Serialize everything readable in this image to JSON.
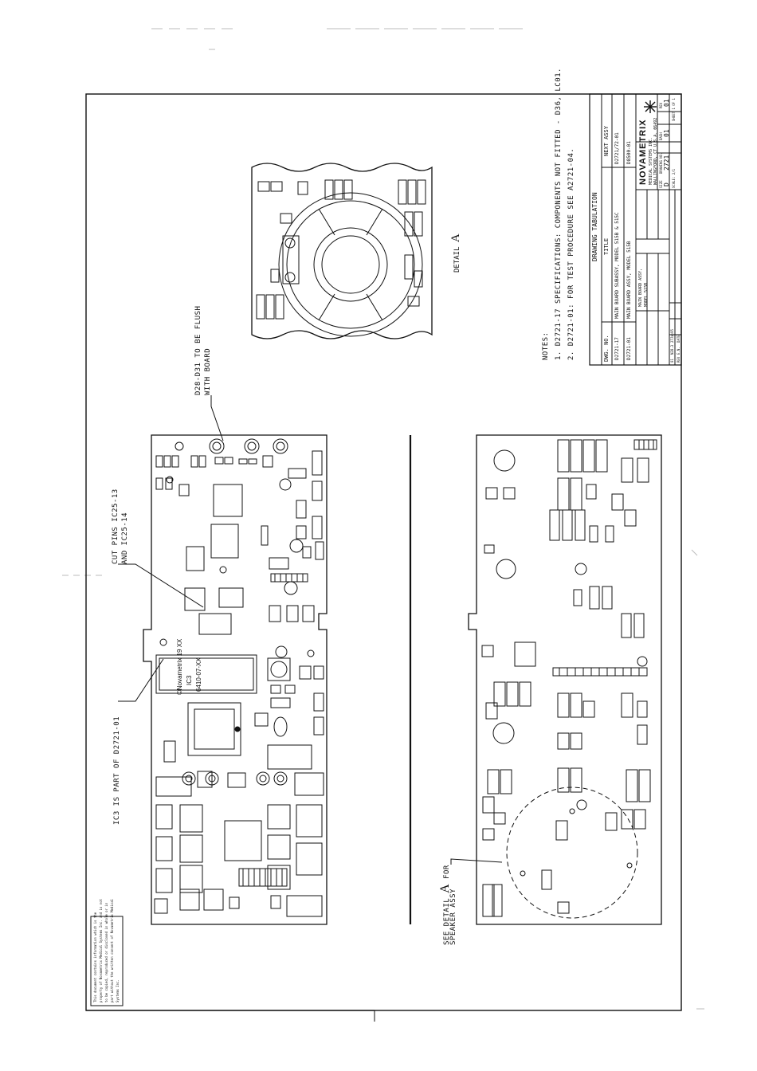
{
  "drawing": {
    "callouts": {
      "cut_pins": [
        "CUT PINS IC25-13",
        "AND IC25-14"
      ],
      "ic3_note": "IC3 IS PART OF D2721-01",
      "flush_note": [
        "D28-D31 TO BE FLUSH",
        "WITH BOARD"
      ],
      "see_detail": [
        "SEE DETAIL",
        "A",
        "FOR",
        "SPEAKER ASSY"
      ]
    },
    "ic3_label": {
      "line1": "©Novametrix 19 XX",
      "line2": "IC3",
      "line3": "6410-07-XX"
    },
    "detail_label": "DETAIL",
    "detail_letter": "A",
    "notes": {
      "heading": "NOTES:",
      "items": [
        "1. D2721-17 SPECIFICATIONS: COMPONENTS NOT FITTED - D36, LC01.",
        "2. D2721-01: FOR TEST PROCEDURE SEE A2721-04."
      ]
    },
    "tabulation": {
      "title": "DRAWING TABULATION",
      "headers": [
        "DWG. NO.",
        "TITLE",
        "NEXT ASSY"
      ],
      "rows": [
        [
          "D2721-17",
          "MAIN BOARD SUBASSY, MODEL 515B & 515C",
          "D2721/72-01"
        ],
        [
          "D2721-01",
          "MAIN BOARD ASSY, MODEL 515B",
          "D8500-01"
        ]
      ]
    },
    "title_block": {
      "company": "NOVAMETRIX",
      "company_sub": [
        "MEDICAL SYSTEMS INC.",
        "WALLINGFORD, CT U.S.A. 06492"
      ],
      "title": [
        "MAIN BOARD ASSY,",
        "MODEL 515B"
      ],
      "size_label": "SIZE",
      "size": "D",
      "drawing_no_label": "DRAWING NO.",
      "drawing_no": "2721",
      "dash_label": "DASH",
      "dash": "01",
      "rev_label": "REV",
      "rev": "01",
      "scale": "SCALE: 2/1",
      "sheet": "SHEET 1 OF 1",
      "rev_row": [
        "01",
        "N28.3",
        "27Jan95",
        "REV",
        "E.N.",
        "DATE"
      ]
    },
    "proprietary_notice": [
      "This document contains information which is the",
      "property of Novametrix Medical Systems Inc. and is not",
      "to be copied, reproduced or disclosed in whole or in",
      "part without the written consent of Novametrix Medical",
      "Systems Inc."
    ]
  }
}
